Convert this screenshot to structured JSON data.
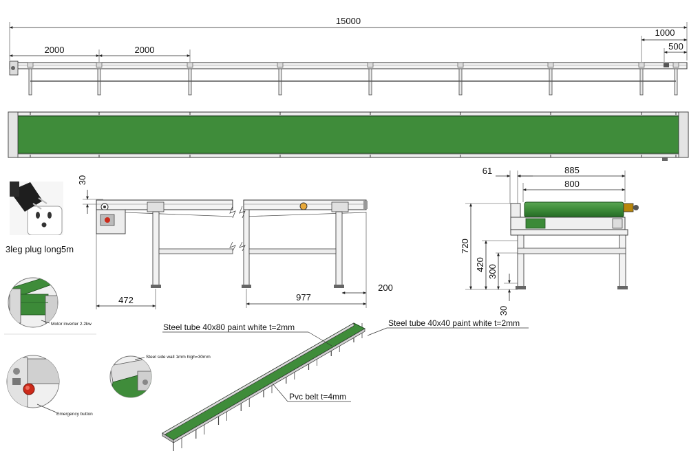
{
  "colors": {
    "belt": "#3f8c3a",
    "belt_dark": "#2a6b2a",
    "frame": "#f2f2f2",
    "stroke": "#333333",
    "emergency": "#cc2a1a"
  },
  "side_view": {
    "overall_length": "15000",
    "leg_spacing_1": "2000",
    "leg_spacing_2": "2000",
    "end_offset_1": "1000",
    "end_offset_2": "500"
  },
  "side_detail": {
    "wall_height": "30",
    "end_to_leg": "472",
    "leg_span": "977",
    "foot_offset": "200"
  },
  "end_view": {
    "frame_width": "885",
    "belt_width": "800",
    "side_gap": "61",
    "total_height": "720",
    "belt_height": "420",
    "crossbar_height": "300",
    "foot_height": "30"
  },
  "labels": {
    "plug": "3leg plug long5m",
    "motor": "Motor inverter 2.2kw",
    "side_wall": "Steel side wall 1mm high=30mm",
    "emergency": "Emergency button",
    "steel_tube_80": "Steel tube 40x80 paint white t=2mm",
    "steel_tube_40": "Steel tube 40x40 paint white t=2mm",
    "pvc_belt": "Pvc belt t=4mm"
  },
  "icons": [
    "power-plug-icon",
    "motor-detail-icon",
    "emergency-button-icon",
    "side-wall-detail-icon"
  ]
}
